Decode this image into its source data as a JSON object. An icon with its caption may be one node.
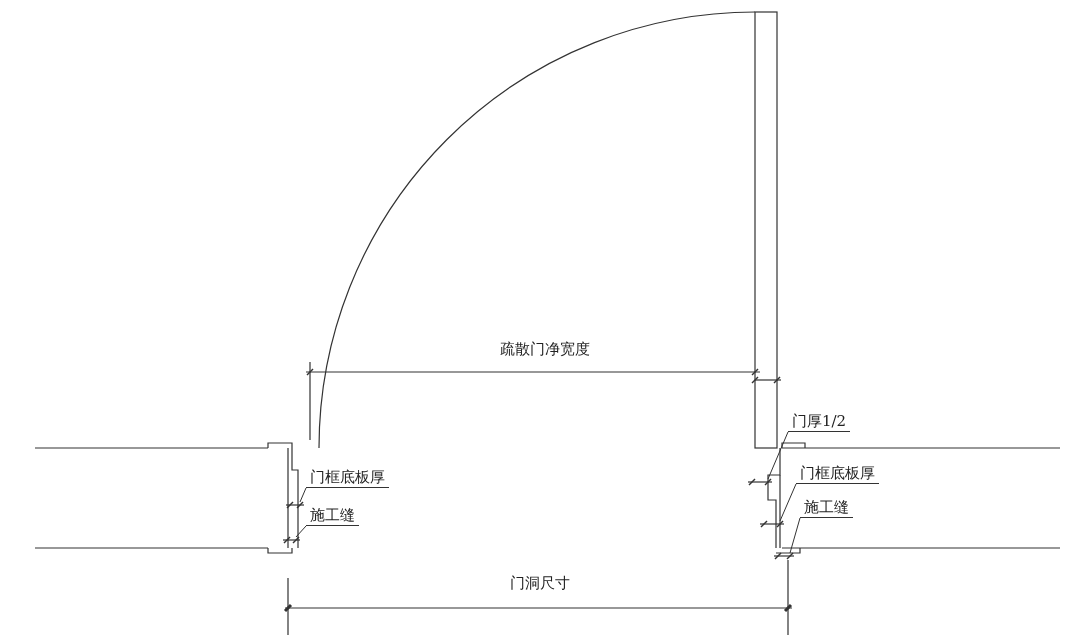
{
  "diagram": {
    "nodes": [
      {
        "text": [
          "门框底板厚"
        ]
      },
      {
        "text": [
          "施工缝"
        ]
      },
      {
        "text": [
          "门厚1/2"
        ]
      },
      {
        "text": [
          "门框底板厚"
        ]
      },
      {
        "text": [
          "施工缝"
        ]
      },
      {
        "text": [],
        "shape": "bar"
      },
      {
        "text": [],
        "shape": "bar"
      },
      {
        "text": [],
        "shape": "bar"
      },
      {
        "text": [],
        "shape": "bar"
      },
      {
        "text": [],
        "shape": "bar"
      }
    ],
    "edges": [
      {
        "from": 0,
        "to": 5,
        "arrow": "none"
      },
      {
        "from": 1,
        "to": 6,
        "arrow": "none"
      },
      {
        "from": 2,
        "to": 7,
        "arrow": "none"
      },
      {
        "from": 3,
        "to": 8,
        "arrow": "none"
      },
      {
        "from": 4,
        "to": 9,
        "arrow": "none"
      }
    ],
    "labels": [
      "疏散门净宽度",
      "门洞尺寸"
    ]
  }
}
